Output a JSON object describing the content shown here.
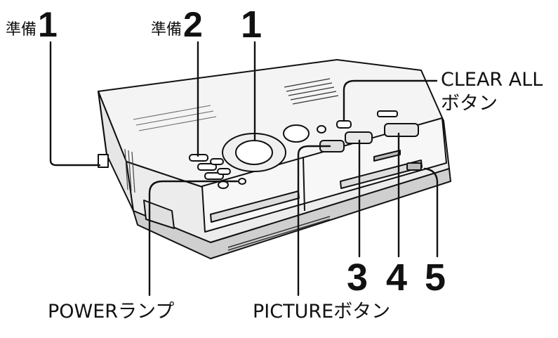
{
  "labels": {
    "prep1": {
      "prefix": "準備",
      "number": "1"
    },
    "prep2": {
      "prefix": "準備",
      "number": "2"
    },
    "step1": "1",
    "clear_all_line1": "CLEAR ALL",
    "clear_all_line2": "ボタン",
    "step3": "3",
    "step4": "4",
    "step5": "5",
    "power_lamp": "POWERランプ",
    "picture_button": "PICTUREボタン"
  },
  "colors": {
    "ink": "#111111",
    "body_light": "#f2f2f2",
    "body_mid": "#d9d9d9",
    "body_dark": "#9a9a9a"
  }
}
